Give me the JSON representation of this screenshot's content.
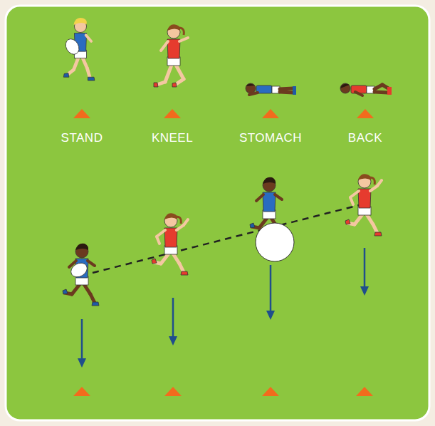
{
  "diagram": {
    "labels": [
      "STAND",
      "KNEEL",
      "STOMACH",
      "BACK"
    ]
  }
}
